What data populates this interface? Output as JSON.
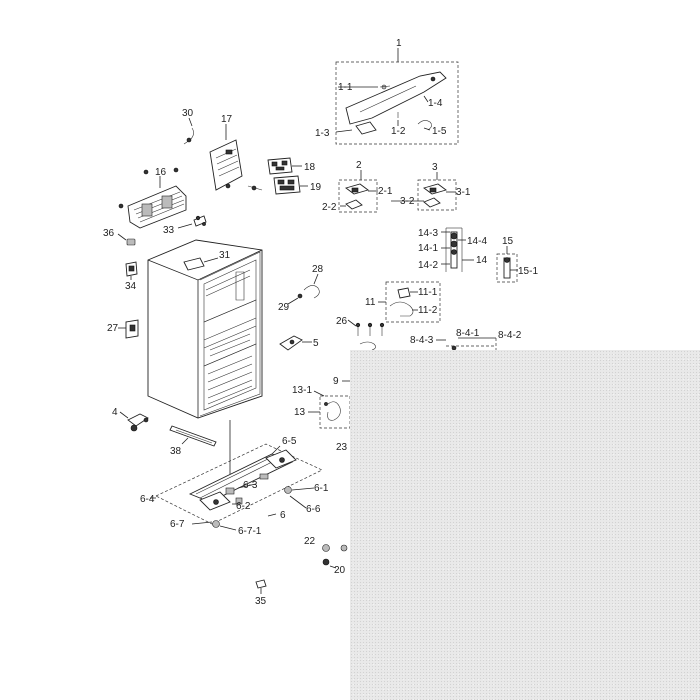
{
  "labels": {
    "l1": "1",
    "l1_1": "1-1",
    "l1_2": "1-2",
    "l1_3": "1-3",
    "l1_4": "1-4",
    "l1_5": "1-5",
    "l2": "2",
    "l2_1": "2-1",
    "l2_2": "2-2",
    "l3": "3",
    "l3_1": "3-1",
    "l3_2": "3-2",
    "l4": "4",
    "l5": "5",
    "l6": "6",
    "l6_1": "6-1",
    "l6_2": "6-2",
    "l6_3": "6-3",
    "l6_4": "6-4",
    "l6_5": "6-5",
    "l6_6": "6-6",
    "l6_7": "6-7",
    "l6_7_1": "6-7-1",
    "l8_4_1": "8-4-1",
    "l8_4_2": "8-4-2",
    "l8_4_3": "8-4-3",
    "l9": "9",
    "l11": "11",
    "l11_1": "11-1",
    "l11_2": "11-2",
    "l13": "13",
    "l13_1": "13-1",
    "l14": "14",
    "l14_1": "14-1",
    "l14_2": "14-2",
    "l14_3": "14-3",
    "l14_4": "14-4",
    "l15": "15",
    "l15_1": "15-1",
    "l16": "16",
    "l17": "17",
    "l18": "18",
    "l19": "19",
    "l20": "20",
    "l22": "22",
    "l23": "23",
    "l26": "26",
    "l27": "27",
    "l28": "28",
    "l29": "29",
    "l30": "30",
    "l31": "31",
    "l33": "33",
    "l34": "34",
    "l35": "35",
    "l36": "36",
    "l38": "38"
  }
}
